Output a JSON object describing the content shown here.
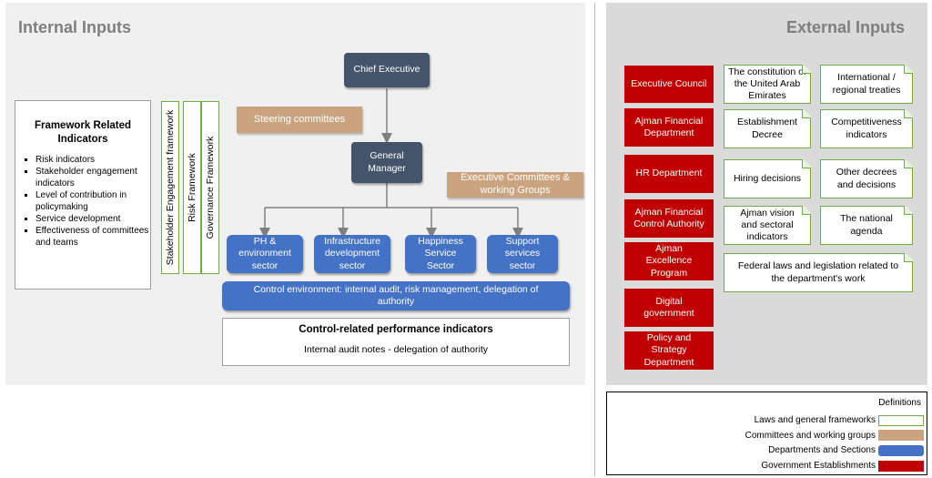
{
  "internal": {
    "title": "Internal Inputs",
    "framework": {
      "title": "Framework Related Indicators",
      "items": [
        "Risk indicators",
        "Stakeholder engagement indicators",
        "Level of contribution in policymaking",
        "Service development",
        "Effectiveness of committees and teams"
      ]
    },
    "vertical_frameworks": [
      "Stakeholder Engagement framework",
      "Risk Framework",
      "Governance Framework"
    ],
    "chief_executive": "Chief Executive",
    "general_manager": "General Manager",
    "steering_committees": "Steering committees",
    "executive_committees": "Executive Committees & working Groups",
    "sectors": [
      "PH & environment sector",
      "Infrastructure development sector",
      "Happiness Service Sector",
      "Support services sector"
    ],
    "control_environment": "Control environment: internal audit, risk management, delegation of authority",
    "control_indicators": {
      "title": "Control-related performance indicators",
      "subtitle": "Internal audit notes - delegation of authority"
    }
  },
  "external": {
    "title": "External Inputs",
    "government": [
      "Executive Council",
      "Ajman Financial Department",
      "HR Department",
      "Ajman Financial Control Authority",
      "Ajman Excellence Program",
      "Digital government",
      "Policy and Strategy Department"
    ],
    "laws": [
      "The constitution of the United Arab Emirates",
      "International / regional treaties",
      "Establishment Decree",
      "Competitiveness indicators",
      "Hiring decisions",
      "Other decrees and decisions",
      "Ajman vision and sectoral indicators",
      "The national agenda",
      "Federal laws and legislation related to the department's work"
    ]
  },
  "legend": {
    "title": "Definitions",
    "items": [
      {
        "label": "Laws and general frameworks",
        "color": "#ffffff",
        "border": "#70ad47"
      },
      {
        "label": "Committees and working groups",
        "color": "#c9a47f"
      },
      {
        "label": "Departments and Sections",
        "color": "#4472c4"
      },
      {
        "label": "Government Establishments",
        "color": "#c00000"
      }
    ]
  },
  "colors": {
    "navy": "#44546a",
    "tan": "#c9a47f",
    "blue": "#4472c4",
    "red": "#c00000",
    "green_border": "#70ad47"
  }
}
